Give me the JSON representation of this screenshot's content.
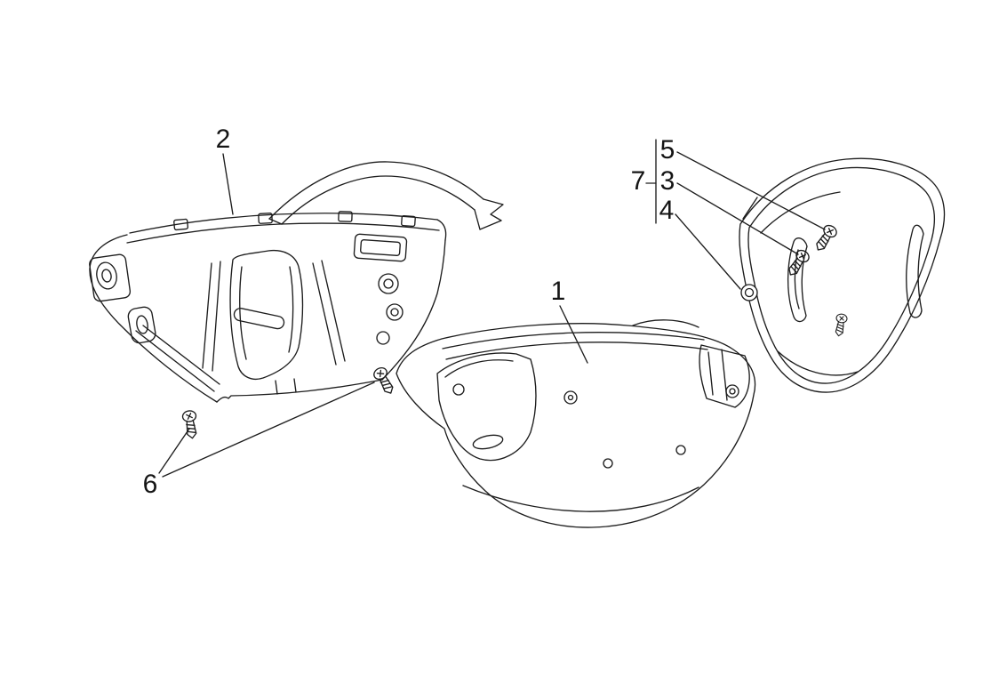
{
  "figure": {
    "background": "#ffffff",
    "line_color": "#1d1d1d",
    "callouts": {
      "c1": "1",
      "c2": "2",
      "c3": "3",
      "c4": "4",
      "c5": "5",
      "c6": "6",
      "c7": "7"
    }
  }
}
